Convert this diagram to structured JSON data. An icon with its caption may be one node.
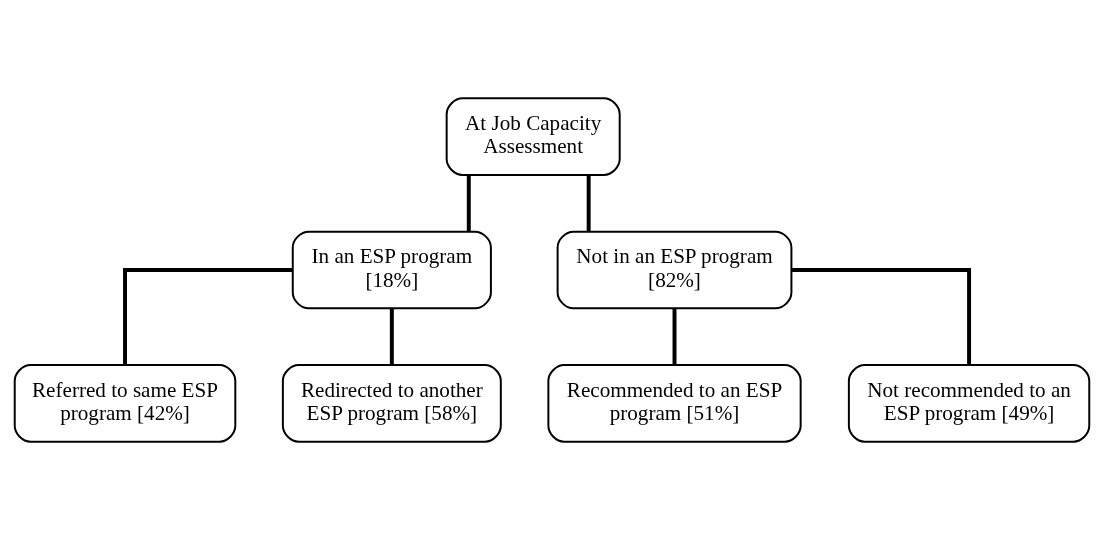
{
  "diagram": {
    "nodes": [
      {
        "text": [
          "At Job Capacity Assessment"
        ]
      },
      {
        "text": [
          "In an ESP program [18%]"
        ]
      },
      {
        "text": [
          "Not in an ESP program [82%]"
        ]
      },
      {
        "text": [
          "Referred to same ESP program [42%]"
        ]
      },
      {
        "text": [
          "Redirected to another ESP program [58%]"
        ]
      },
      {
        "text": [
          "Recommended to an ESP program [51%]"
        ]
      },
      {
        "text": [
          "Not recommended to an ESP program [49%]"
        ]
      }
    ],
    "edges": [
      {
        "from": 0,
        "to": 1,
        "arrow": "none"
      },
      {
        "from": 0,
        "to": 2,
        "arrow": "none"
      },
      {
        "from": 1,
        "to": 3,
        "arrow": "none"
      },
      {
        "from": 1,
        "to": 4,
        "arrow": "none"
      },
      {
        "from": 2,
        "to": 5,
        "arrow": "none"
      },
      {
        "from": 2,
        "to": 6,
        "arrow": "none"
      }
    ]
  }
}
